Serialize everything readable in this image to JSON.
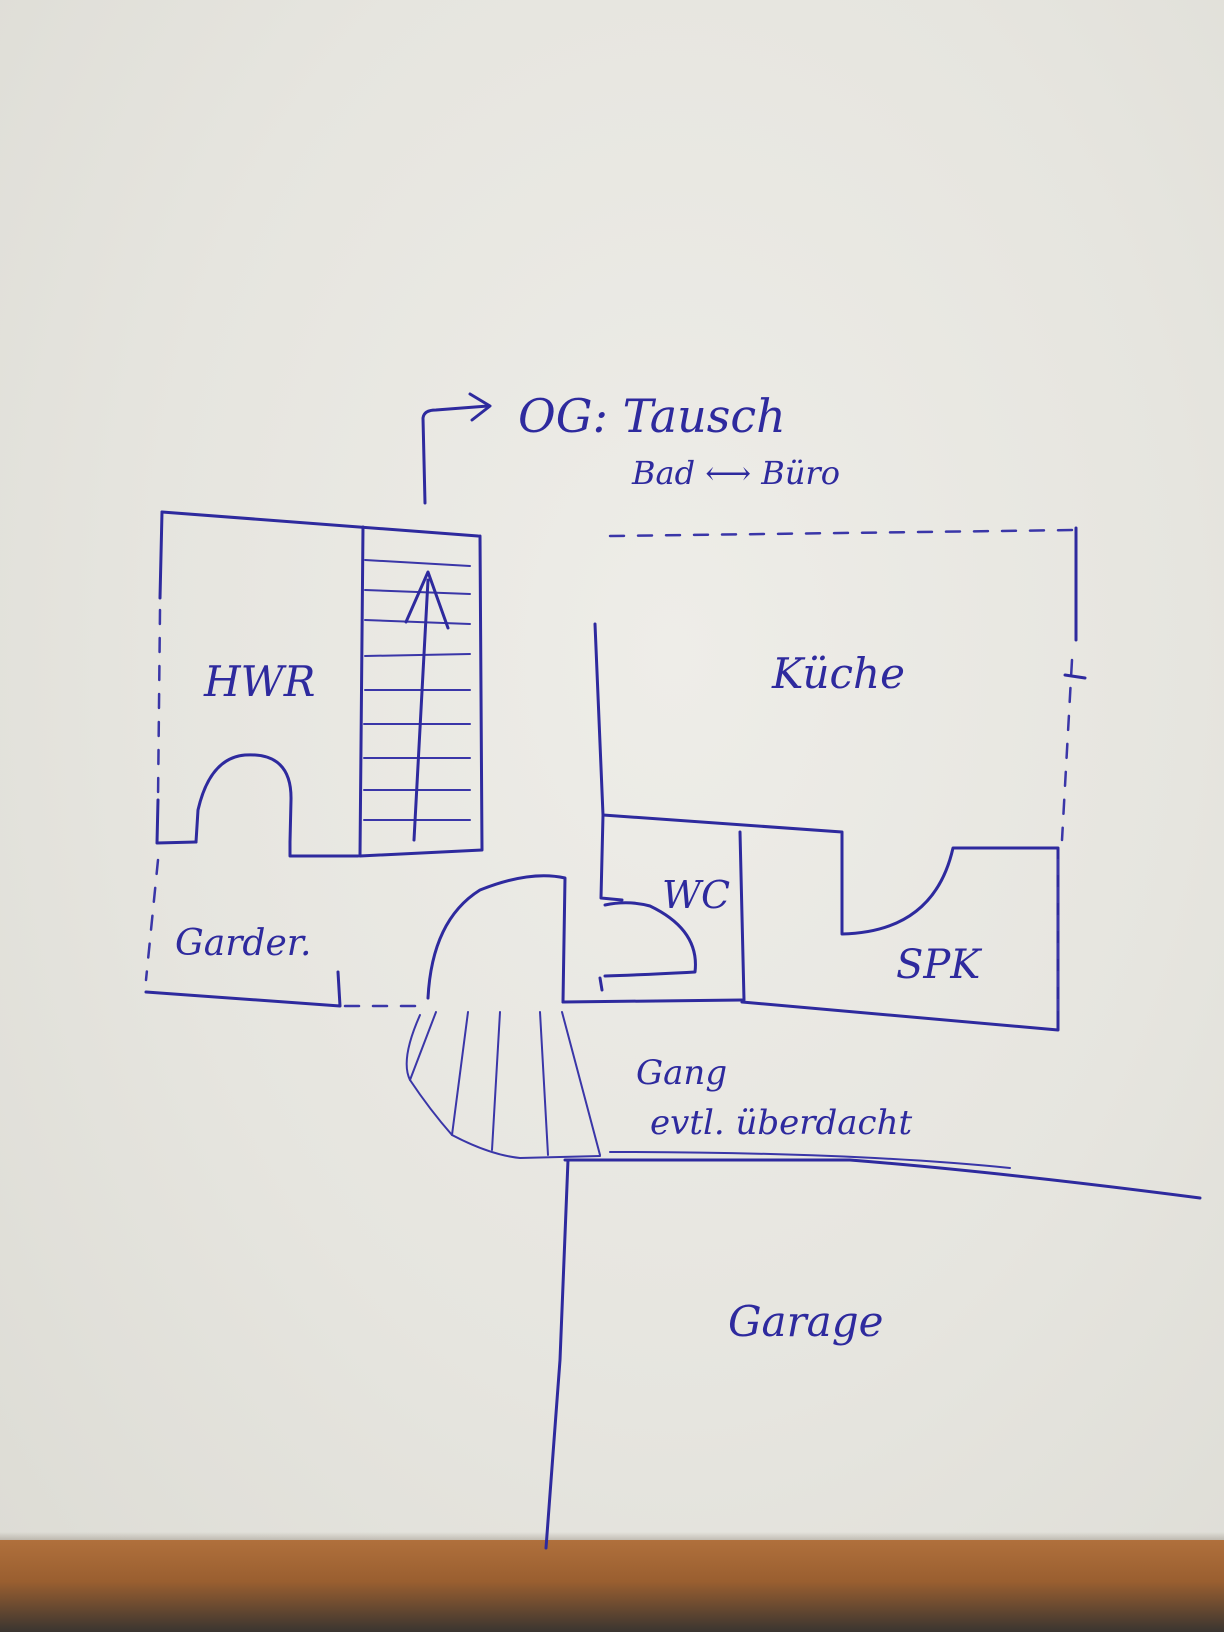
{
  "labels": {
    "upper_floor_note": "OG: Tausch",
    "swap_note": "Bad ⟷ Büro",
    "utility_room": "HWR",
    "kitchen": "Küche",
    "toilet": "WC",
    "pantry": "SPK",
    "wardrobe": "Garder.",
    "hallway_line1": "Gang",
    "hallway_line2": "evtl. überdacht",
    "garage": "Garage"
  },
  "colors": {
    "ink": "#2e2a9e",
    "paper": "#e8e7e1",
    "desk": "#a4683a"
  }
}
